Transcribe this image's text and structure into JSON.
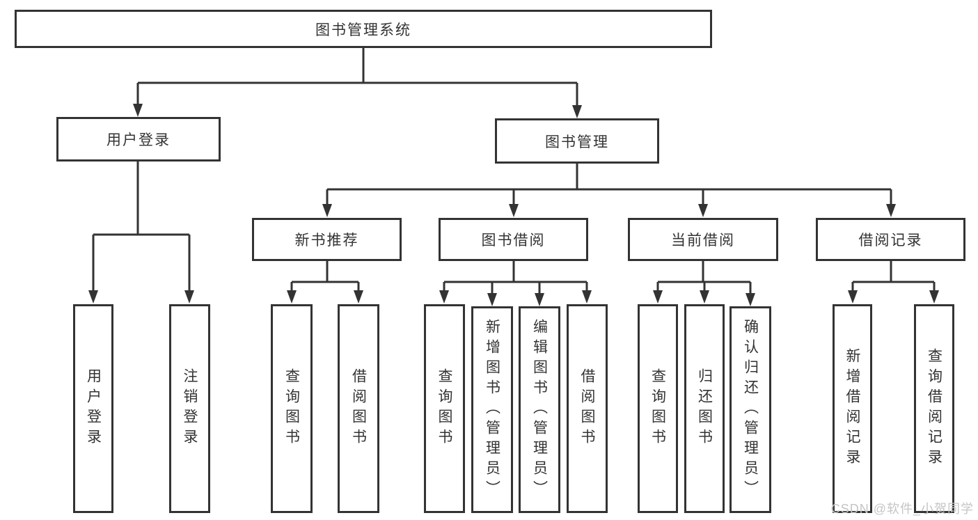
{
  "tree": {
    "label": "图书管理系统",
    "children": [
      {
        "label": "用户登录",
        "children": [
          {
            "label": "用户登录"
          },
          {
            "label": "注销登录"
          }
        ]
      },
      {
        "label": "图书管理",
        "children": [
          {
            "label": "新书推荐",
            "children": [
              {
                "label": "查询图书"
              },
              {
                "label": "借阅图书"
              }
            ]
          },
          {
            "label": "图书借阅",
            "children": [
              {
                "label": "查询图书"
              },
              {
                "label": "新增图书（管理员）"
              },
              {
                "label": "编辑图书（管理员）"
              },
              {
                "label": "借阅图书"
              }
            ]
          },
          {
            "label": "当前借阅",
            "children": [
              {
                "label": "查询图书"
              },
              {
                "label": "归还图书"
              },
              {
                "label": "确认归还（管理员）"
              }
            ]
          },
          {
            "label": "借阅记录",
            "children": [
              {
                "label": "新增借阅记录"
              },
              {
                "label": "查询借阅记录"
              }
            ]
          }
        ]
      }
    ]
  },
  "watermark": {
    "text": "CSDN @软件_小贺同学"
  },
  "colors": {
    "line": "#333333",
    "text": "#333333",
    "background": "#ffffff",
    "watermark": "#c5c5c5"
  }
}
